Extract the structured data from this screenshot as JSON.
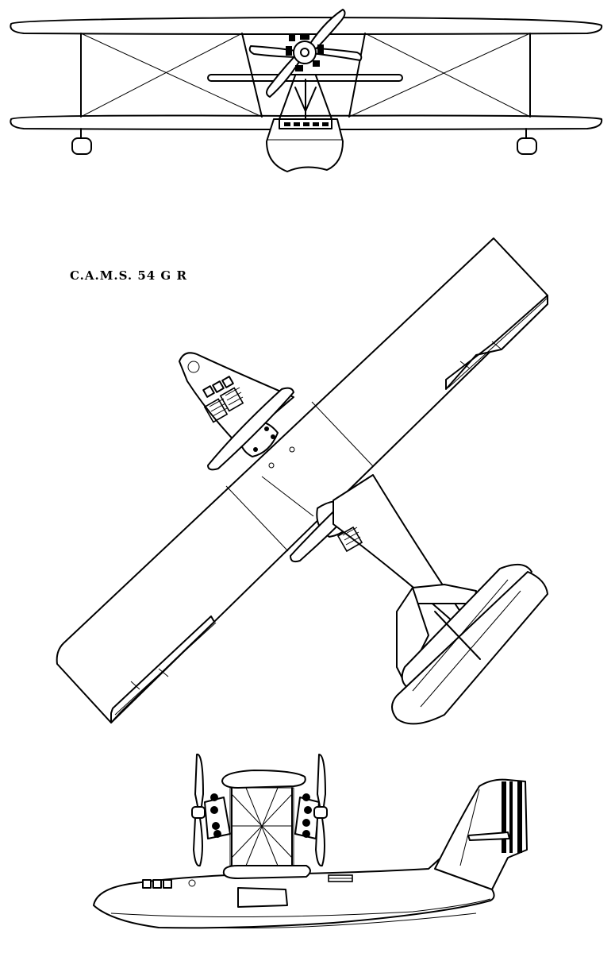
{
  "caption": "C.A.M.S. 54 G R",
  "views": [
    "front-view",
    "top-view",
    "side-view"
  ]
}
